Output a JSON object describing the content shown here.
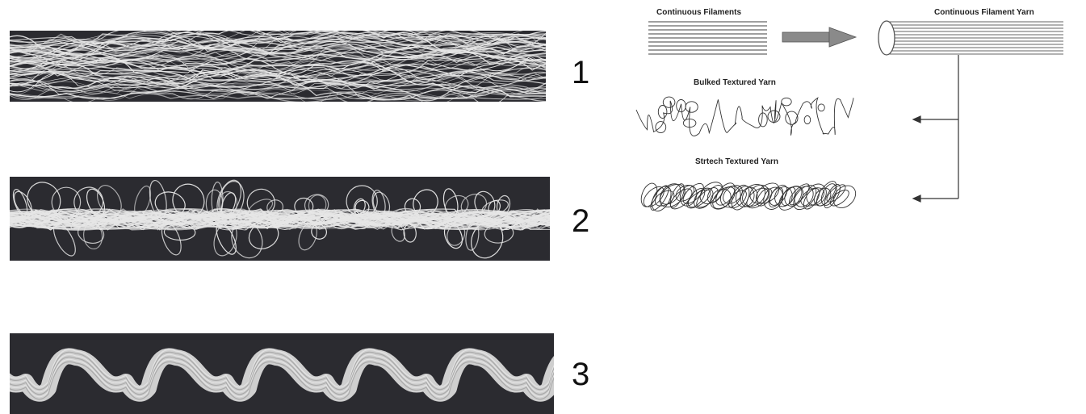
{
  "panels": [
    {
      "number": "1",
      "kind": "loose-filament-yarn"
    },
    {
      "number": "2",
      "kind": "looped-bulk-yarn"
    },
    {
      "number": "3",
      "kind": "crimped-wave-yarn"
    }
  ],
  "diagram": {
    "continuous_filaments_label": "Continuous Filaments",
    "continuous_filament_yarn_label": "Continuous Filament Yarn",
    "bulked_textured_yarn_label": "Bulked Textured Yarn",
    "stretch_textured_yarn_label": "Strtech Textured Yarn"
  },
  "colors": {
    "photo_background": "#2b2b30",
    "fiber": "#e6e6e6",
    "arrow": "#8a8a8a"
  }
}
